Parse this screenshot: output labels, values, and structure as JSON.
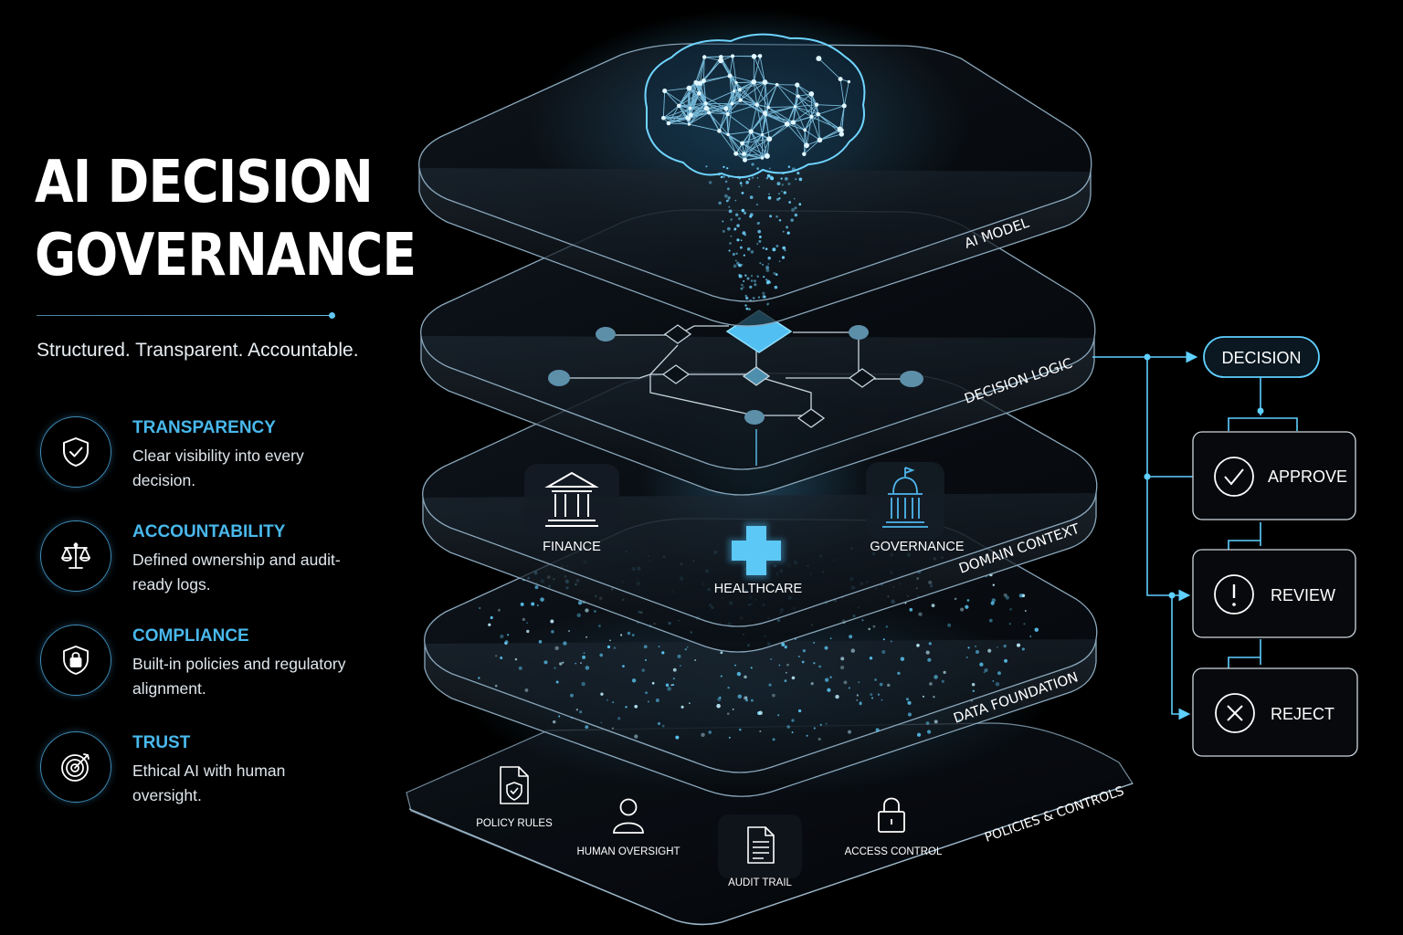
{
  "header": {
    "title_line1": "AI DECISION",
    "title_line2": "GOVERNANCE",
    "tagline": "Structured. Transparent. Accountable."
  },
  "features": [
    {
      "name": "TRANSPARENCY",
      "desc": "Clear visibility into every decision.",
      "icon": "shield-check-icon"
    },
    {
      "name": "ACCOUNTABILITY",
      "desc": "Defined ownership and audit-ready logs.",
      "icon": "scales-icon"
    },
    {
      "name": "COMPLIANCE",
      "desc": "Built-in policies and regulatory alignment.",
      "icon": "shield-lock-icon"
    },
    {
      "name": "TRUST",
      "desc": "Ethical AI with human oversight.",
      "icon": "target-icon"
    }
  ],
  "layers": {
    "ai_model": "AI MODEL",
    "decision_logic": "DECISION LOGIC",
    "domain_context": "DOMAIN CONTEXT",
    "data_foundation": "DATA FOUNDATION",
    "policies_controls": "POLICIES & CONTROLS"
  },
  "domains": {
    "finance": "FINANCE",
    "healthcare": "HEALTHCARE",
    "governance": "GOVERNANCE"
  },
  "controls": {
    "policy_rules": "POLICY RULES",
    "human_oversight": "HUMAN OVERSIGHT",
    "audit_trail": "AUDIT TRAIL",
    "access_control": "ACCESS CONTROL"
  },
  "flow": {
    "decision": "DECISION",
    "approve": "APPROVE",
    "review": "REVIEW",
    "reject": "REJECT"
  },
  "colors": {
    "accent": "#49b8ec",
    "glow": "#5fd0ff",
    "panel_edge": "#8aa7bb",
    "background": "#000000"
  }
}
